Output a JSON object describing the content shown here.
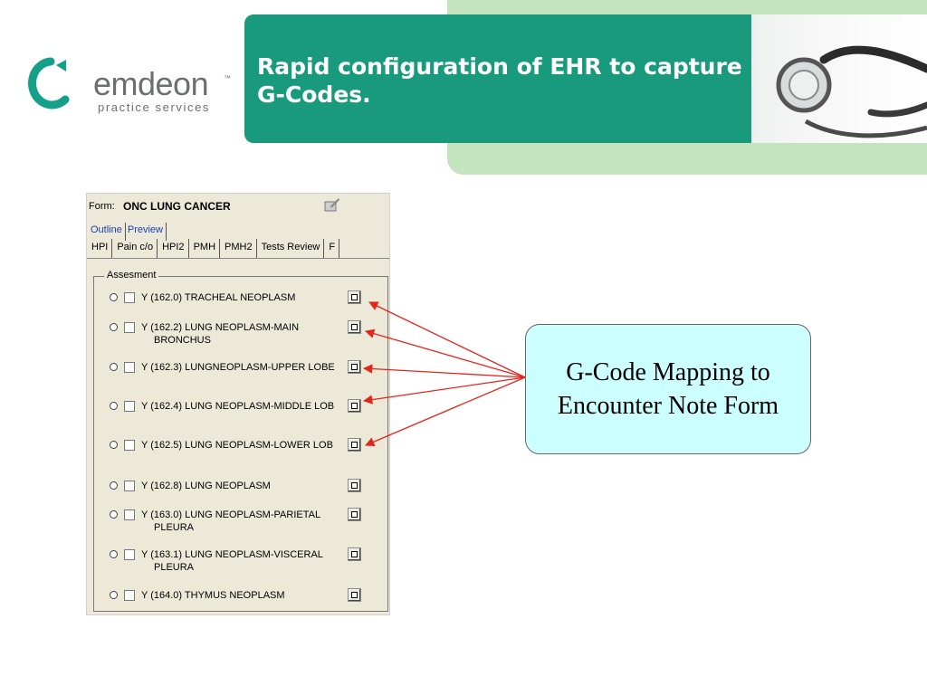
{
  "header": {
    "title": "Rapid configuration of EHR to capture G-Codes."
  },
  "logo": {
    "name": "emdeon",
    "tm": "™",
    "subtitle": "practice services"
  },
  "form": {
    "label": "Form:",
    "name": "ONC LUNG CANCER",
    "view_tabs": [
      "Outline",
      "Preview"
    ],
    "section_tabs": [
      "HPI",
      "Pain c/o",
      "HPI2",
      "PMH",
      "PMH2",
      "Tests Review",
      "F"
    ],
    "section_title": "Assesment",
    "items": [
      {
        "line1": "Y  (162.0) TRACHEAL NEOPLASM",
        "line2": ""
      },
      {
        "line1": "Y  (162.2) LUNG NEOPLASM-MAIN",
        "line2": "BRONCHUS"
      },
      {
        "line1": "Y  (162.3) LUNGNEOPLASM-UPPER LOBE",
        "line2": ""
      },
      {
        "line1": "Y  (162.4) LUNG NEOPLASM-MIDDLE LOB",
        "line2": ""
      },
      {
        "line1": "Y  (162.5) LUNG NEOPLASM-LOWER LOB",
        "line2": ""
      },
      {
        "line1": "Y  (162.8) LUNG NEOPLASM",
        "line2": ""
      },
      {
        "line1": "Y  (163.0) LUNG NEOPLASM-PARIETAL",
        "line2": "PLEURA"
      },
      {
        "line1": "Y  (163.1) LUNG NEOPLASM-VISCERAL",
        "line2": "PLEURA"
      },
      {
        "line1": "Y  (164.0) THYMUS NEOPLASM",
        "line2": ""
      }
    ]
  },
  "callout": {
    "text": "G-Code Mapping to Encounter Note Form"
  },
  "colors": {
    "banner": "#1a9a7c",
    "banner_bg": "#c4e3bf",
    "logo_teal": "#14a089",
    "callout_fill": "#ccffff",
    "arrow": "#e3261c"
  }
}
